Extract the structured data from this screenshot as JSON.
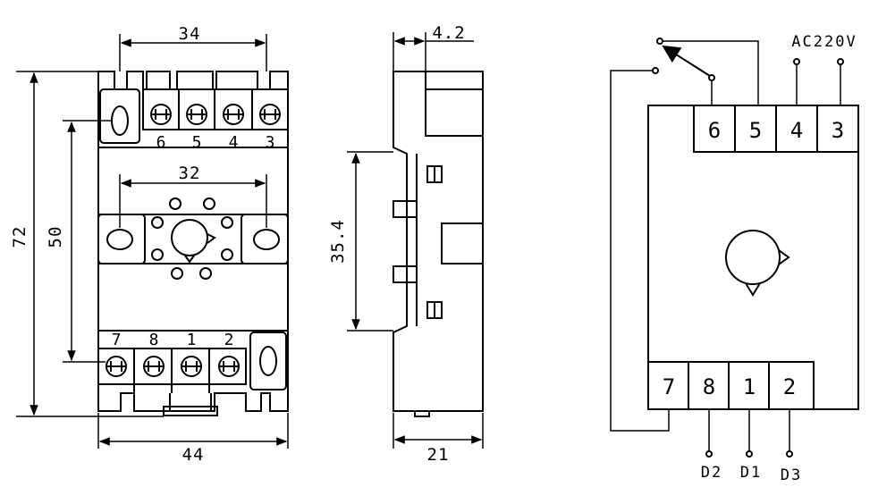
{
  "front_view": {
    "dim_top": "34",
    "dim_inner": "32",
    "dim_height": "72",
    "dim_holes": "50",
    "dim_bottom": "44",
    "top_pins": [
      "6",
      "5",
      "4",
      "3"
    ],
    "bottom_pins": [
      "7",
      "8",
      "1",
      "2"
    ]
  },
  "side_view": {
    "dim_top": "4.2",
    "dim_mid": "35.4",
    "dim_bottom": "21"
  },
  "wiring": {
    "top_terminals": [
      "6",
      "5",
      "4",
      "3"
    ],
    "bottom_terminals": [
      "7",
      "8",
      "1",
      "2"
    ],
    "supply_label": "AC220V",
    "bottom_labels": [
      "D2",
      "D1",
      "D3"
    ]
  }
}
